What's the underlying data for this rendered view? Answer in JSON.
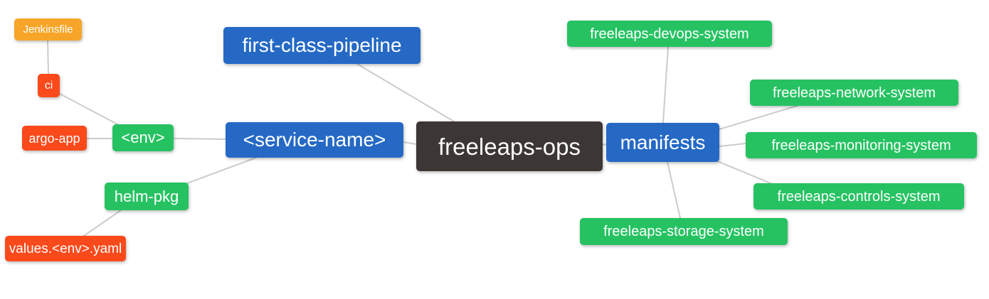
{
  "diagram": {
    "kind": "mindmap",
    "root_label": "freeleaps-ops"
  },
  "palette": {
    "blue": "#2569C5",
    "green": "#26C262",
    "orange": "#F7A528",
    "red": "#FA4A1C",
    "dark": "#3C3734",
    "edge": "#CCCCCC",
    "text": "#FFFFFF",
    "background": "#FFFFFF"
  },
  "nodes": [
    {
      "id": "jenkinsfile",
      "label": "Jenkinsfile",
      "color": "orange"
    },
    {
      "id": "ci",
      "label": "ci",
      "color": "red"
    },
    {
      "id": "argo-app",
      "label": "argo-app",
      "color": "red"
    },
    {
      "id": "env",
      "label": "<env>",
      "color": "green"
    },
    {
      "id": "helm-pkg",
      "label": "helm-pkg",
      "color": "green"
    },
    {
      "id": "values-env-yaml",
      "label": "values.<env>.yaml",
      "color": "red"
    },
    {
      "id": "first-class-pipeline",
      "label": "first-class-pipeline",
      "color": "blue"
    },
    {
      "id": "service-name",
      "label": "<service-name>",
      "color": "blue"
    },
    {
      "id": "freeleaps-ops",
      "label": "freeleaps-ops",
      "color": "dark"
    },
    {
      "id": "manifests",
      "label": "manifests",
      "color": "blue"
    },
    {
      "id": "freeleaps-devops-system",
      "label": "freeleaps-devops-system",
      "color": "green"
    },
    {
      "id": "freeleaps-network-system",
      "label": "freeleaps-network-system",
      "color": "green"
    },
    {
      "id": "freeleaps-monitoring-system",
      "label": "freeleaps-monitoring-system",
      "color": "green"
    },
    {
      "id": "freeleaps-controls-system",
      "label": "freeleaps-controls-system",
      "color": "green"
    },
    {
      "id": "freeleaps-storage-system",
      "label": "freeleaps-storage-system",
      "color": "green"
    }
  ],
  "edges": [
    {
      "from": "jenkinsfile",
      "to": "ci"
    },
    {
      "from": "ci",
      "to": "env"
    },
    {
      "from": "argo-app",
      "to": "env"
    },
    {
      "from": "env",
      "to": "service-name"
    },
    {
      "from": "service-name",
      "to": "helm-pkg"
    },
    {
      "from": "helm-pkg",
      "to": "values-env-yaml"
    },
    {
      "from": "first-class-pipeline",
      "to": "freeleaps-ops"
    },
    {
      "from": "service-name",
      "to": "freeleaps-ops"
    },
    {
      "from": "freeleaps-ops",
      "to": "manifests"
    },
    {
      "from": "manifests",
      "to": "freeleaps-devops-system"
    },
    {
      "from": "manifests",
      "to": "freeleaps-network-system"
    },
    {
      "from": "manifests",
      "to": "freeleaps-monitoring-system"
    },
    {
      "from": "manifests",
      "to": "freeleaps-controls-system"
    },
    {
      "from": "manifests",
      "to": "freeleaps-storage-system"
    }
  ]
}
